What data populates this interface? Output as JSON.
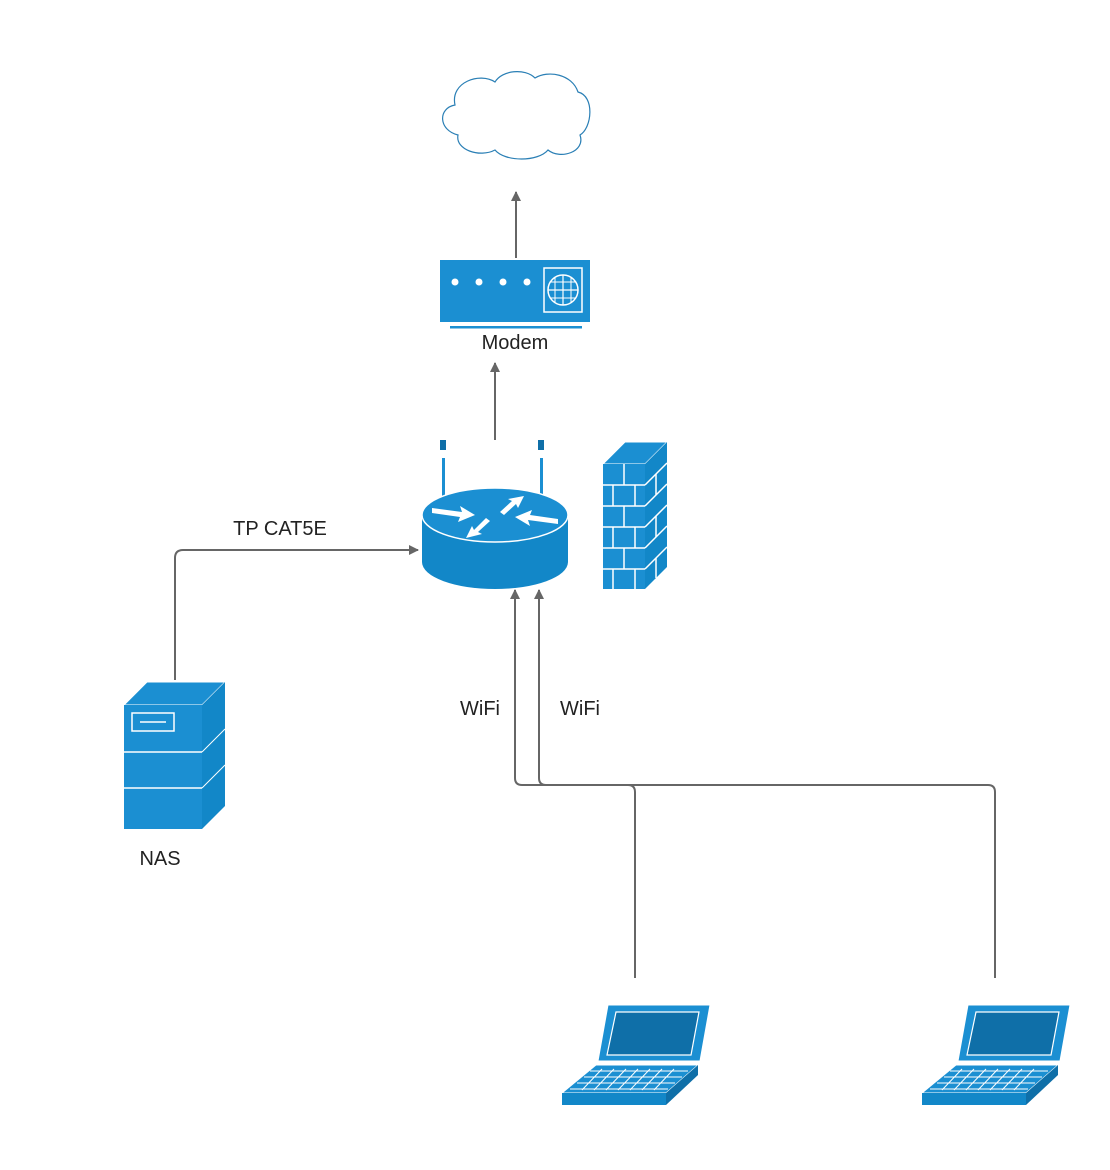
{
  "diagram": {
    "labels": {
      "modem": "Modem",
      "cable": "TP CAT5E",
      "nas": "NAS",
      "wifi_left": "WiFi",
      "wifi_right": "WiFi"
    },
    "colors": {
      "device_blue": "#1b8fd2",
      "device_dark": "#0f6fa8",
      "cloud_stroke": "#2a7fb5",
      "connector": "#666666",
      "text": "#222222"
    },
    "icons": [
      "cloud-icon",
      "modem-icon",
      "router-icon",
      "firewall-icon",
      "server-icon",
      "laptop-icon"
    ]
  }
}
